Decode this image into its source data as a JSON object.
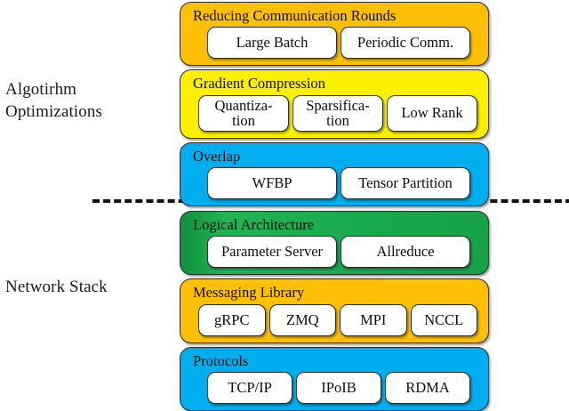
{
  "figure": {
    "side_labels": [
      {
        "id": "algorithm-optimizations",
        "line1": "Algotirhm",
        "line2": "Optimizations"
      },
      {
        "id": "network-stack",
        "line1": "Network Stack",
        "line2": ""
      }
    ],
    "divider": {
      "style": "dashed",
      "color": "#111111"
    },
    "colors": {
      "orange": "#FDC007",
      "yellow": "#FCF000",
      "blue": "#00AEEF",
      "green": "#17A44B",
      "cell_fill": "#FFFFFF",
      "outline": "#2B2B2B"
    },
    "groups": [
      {
        "id": "algorithm-optimizations",
        "bands": [
          {
            "id": "reducing-communication-rounds",
            "title": "Reducing Communication Rounds",
            "color": "orange",
            "cells": [
              {
                "id": "large-batch",
                "line1": "Large Batch",
                "line2": ""
              },
              {
                "id": "periodic-comm",
                "line1": "Periodic Comm.",
                "line2": ""
              }
            ]
          },
          {
            "id": "gradient-compression",
            "title": "Gradient Compression",
            "color": "yellow",
            "cells": [
              {
                "id": "quantization",
                "line1": "Quantiza-",
                "line2": "tion"
              },
              {
                "id": "sparsification",
                "line1": "Sparsifica-",
                "line2": "tion"
              },
              {
                "id": "low-rank",
                "line1": "Low Rank",
                "line2": ""
              }
            ]
          },
          {
            "id": "overlap",
            "title": "Overlap",
            "color": "blue",
            "cells": [
              {
                "id": "wfbp",
                "line1": "WFBP",
                "line2": ""
              },
              {
                "id": "tensor-partition",
                "line1": "Tensor Partition",
                "line2": ""
              }
            ]
          }
        ]
      },
      {
        "id": "network-stack",
        "bands": [
          {
            "id": "logical-architecture",
            "title": "Logical Architecture",
            "color": "green",
            "cells": [
              {
                "id": "parameter-server",
                "line1": "Parameter Server",
                "line2": ""
              },
              {
                "id": "allreduce",
                "line1": "Allreduce",
                "line2": ""
              }
            ]
          },
          {
            "id": "messaging-library",
            "title": "Messaging Library",
            "color": "orange",
            "cells": [
              {
                "id": "grpc",
                "line1": "gRPC",
                "line2": ""
              },
              {
                "id": "zmq",
                "line1": "ZMQ",
                "line2": ""
              },
              {
                "id": "mpi",
                "line1": "MPI",
                "line2": ""
              },
              {
                "id": "nccl",
                "line1": "NCCL",
                "line2": ""
              }
            ]
          },
          {
            "id": "protocols",
            "title": "Protocols",
            "color": "blue",
            "cells": [
              {
                "id": "tcp-ip",
                "line1": "TCP/IP",
                "line2": ""
              },
              {
                "id": "ipoib",
                "line1": "IPoIB",
                "line2": ""
              },
              {
                "id": "rdma",
                "line1": "RDMA",
                "line2": ""
              }
            ]
          }
        ]
      }
    ]
  }
}
